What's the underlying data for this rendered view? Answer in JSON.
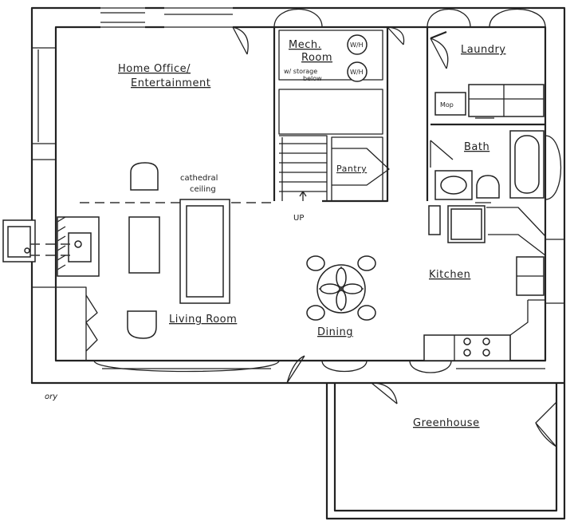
{
  "rooms": {
    "office_line1": "Home Office/",
    "office_line2": "Entertainment",
    "ceiling_line1": "cathedral",
    "ceiling_line2": "ceiling",
    "living": "Living Room",
    "mech_line1": "Mech.",
    "mech_line2": "Room",
    "mech_line3": "w/ storage",
    "mech_line4": "below",
    "pantry": "Pantry",
    "up": "UP",
    "laundry": "Laundry",
    "mop": "Mop",
    "bath": "Bath",
    "kitchen": "Kitchen",
    "dining": "Dining",
    "greenhouse": "Greenhouse",
    "wh1": "W/H",
    "wh2": "W/H",
    "signature": "ory"
  }
}
